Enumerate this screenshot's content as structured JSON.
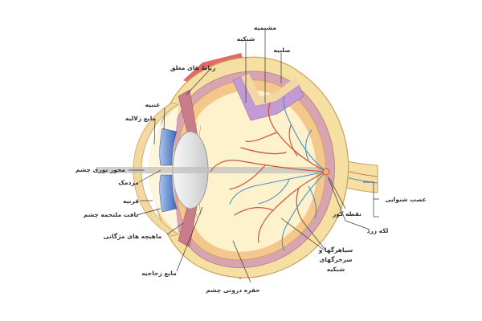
{
  "labels": {
    "choroid": "مشیمیه",
    "retina": "شبکیه",
    "sclera": "صلبیه",
    "suspensory_ligament": "رباط های معلق",
    "iris": "عنبیه",
    "aqueous_humor": "مایع زلالیه",
    "optical_axis": "محور نوری چشم",
    "pupil": "مردمک",
    "cornea": "قرنیه",
    "conjunctiva": "بافت ملتحمه چشم",
    "ciliary_muscle": "ماهیچه های مژگانی",
    "vitreous_humor": "مایع زجاجیه",
    "inner_chamber": "حفره درونی چشم",
    "optic_nerve": "عصب شنوایی",
    "blind_spot": "نقطه کور",
    "macula": "لکه زرد",
    "vessels_line1": "سیاهرگها و",
    "vessels_line2": "سرخرگهای",
    "vessels_line3": "شبکیه"
  },
  "colors": {
    "sclera": "#f6dfa2",
    "choroid": "#d8a4b0",
    "retina": "#f4c78c",
    "vitreous": "#fdf2cc",
    "iris": "#5b7fc6",
    "lens": "#e4e4e4",
    "artery": "#c8553c",
    "vein": "#4a90c8",
    "muscle": "#d9534f"
  }
}
